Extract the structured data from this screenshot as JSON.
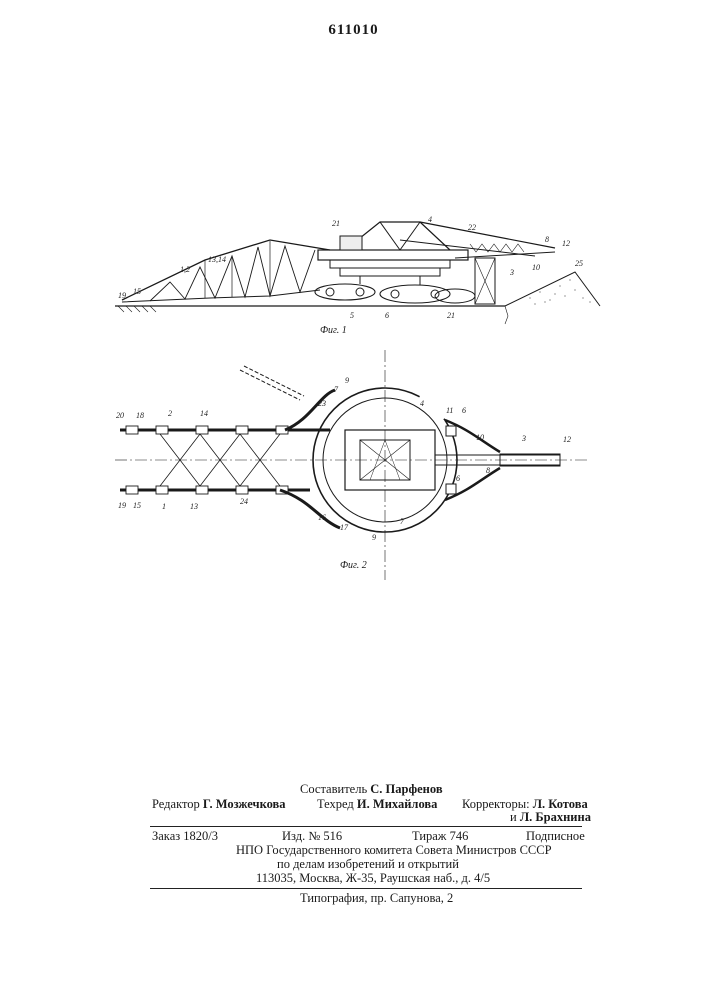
{
  "header": {
    "patent_number": "611010"
  },
  "figures": {
    "fig1": {
      "caption": "Фиг. 1",
      "callouts": [
        "21",
        "4",
        "22",
        "8",
        "12",
        "13,14",
        "1,2",
        "10",
        "3",
        "25",
        "19",
        "15",
        "5",
        "6",
        "21"
      ]
    },
    "fig2": {
      "caption": "Фиг. 2",
      "callouts": [
        "9",
        "7",
        "23",
        "4",
        "11",
        "6",
        "10",
        "3",
        "12",
        "8",
        "6",
        "20",
        "18",
        "2",
        "14",
        "19",
        "15",
        "1",
        "13",
        "24",
        "16",
        "17",
        "9",
        "7"
      ]
    }
  },
  "imprint": {
    "compiler_label": "Составитель",
    "compiler_name": "С. Парфенов",
    "editor_label": "Редактор",
    "editor_name": "Г. Мозжечкова",
    "techred_label": "Техред",
    "techred_name": "И. Михайлова",
    "correctors_label": "Корректоры:",
    "corrector_1": "Л. Котова",
    "corrector_2_prefix": "и",
    "corrector_2": "Л. Брахнина",
    "order": "Заказ 1820/3",
    "edition": "Изд. № 516",
    "circulation": "Тираж 746",
    "subscription": "Подписное",
    "org_line1": "НПО Государственного комитета Совета Министров СССР",
    "org_line2": "по делам изобретений и открытий",
    "address": "113035, Москва, Ж-35, Раушская наб., д. 4/5",
    "printer": "Типография, пр. Сапунова, 2"
  },
  "colors": {
    "ink": "#1a1a1a",
    "paper": "#ffffff"
  }
}
